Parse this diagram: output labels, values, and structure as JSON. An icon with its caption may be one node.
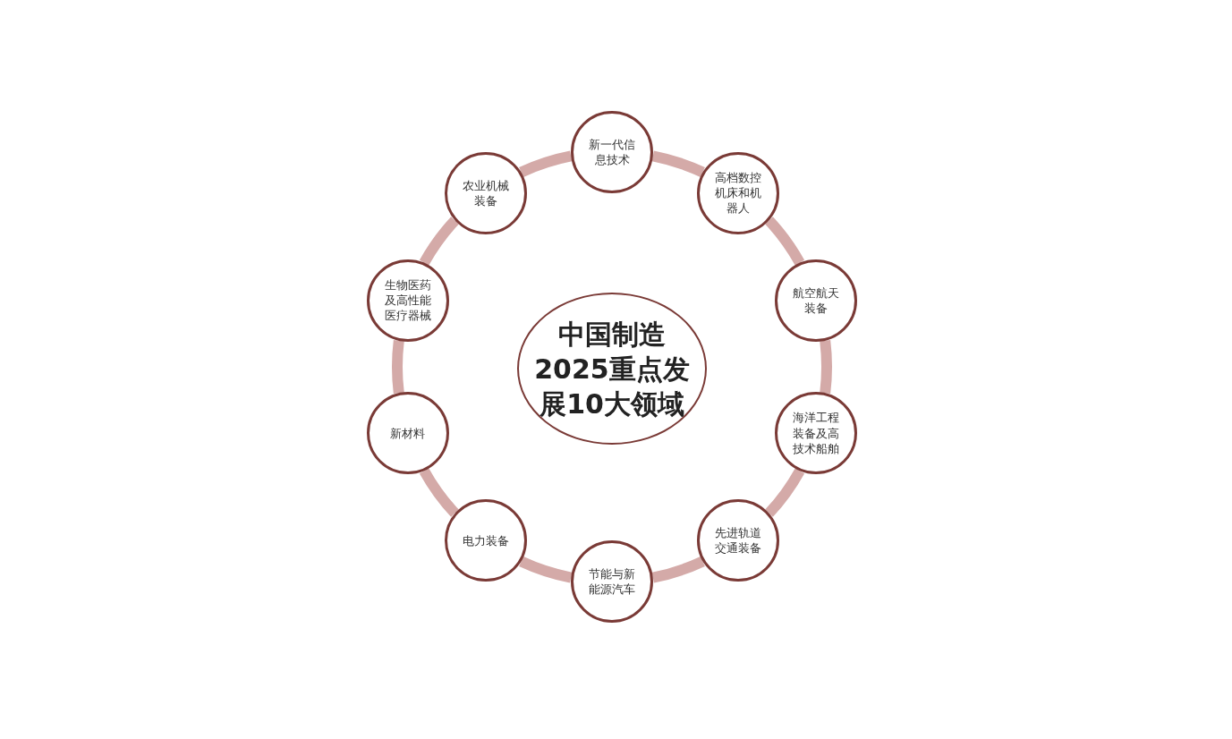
{
  "diagram": {
    "nodes": [
      {
        "text": [
          "中国制造2025重点发展10大领域"
        ]
      },
      {
        "text": [
          "新一代信息技术"
        ]
      },
      {
        "text": [
          "高档数控机床和机器人"
        ]
      },
      {
        "text": [
          "航空航天装备"
        ]
      },
      {
        "text": [
          "海洋工程装备及高技术船舶"
        ]
      },
      {
        "text": [
          "先进轨道交通装备"
        ]
      },
      {
        "text": [
          "节能与新能源汽车"
        ]
      },
      {
        "text": [
          "电力装备"
        ]
      },
      {
        "text": [
          "新材料"
        ]
      },
      {
        "text": [
          "生物医药及高性能医疗器械"
        ]
      },
      {
        "text": [
          "农业机械装备"
        ]
      }
    ],
    "edges": [
      {
        "from": 1,
        "to": 2,
        "arrow": "none"
      },
      {
        "from": 2,
        "to": 3,
        "arrow": "none"
      },
      {
        "from": 3,
        "to": 4,
        "arrow": "none"
      },
      {
        "from": 4,
        "to": 5,
        "arrow": "none"
      },
      {
        "from": 5,
        "to": 6,
        "arrow": "none"
      },
      {
        "from": 6,
        "to": 7,
        "arrow": "none"
      },
      {
        "from": 7,
        "to": 8,
        "arrow": "none"
      },
      {
        "from": 8,
        "to": 9,
        "arrow": "none"
      },
      {
        "from": 9,
        "to": 10,
        "arrow": "none"
      },
      {
        "from": 10,
        "to": 1,
        "arrow": "none"
      }
    ]
  }
}
